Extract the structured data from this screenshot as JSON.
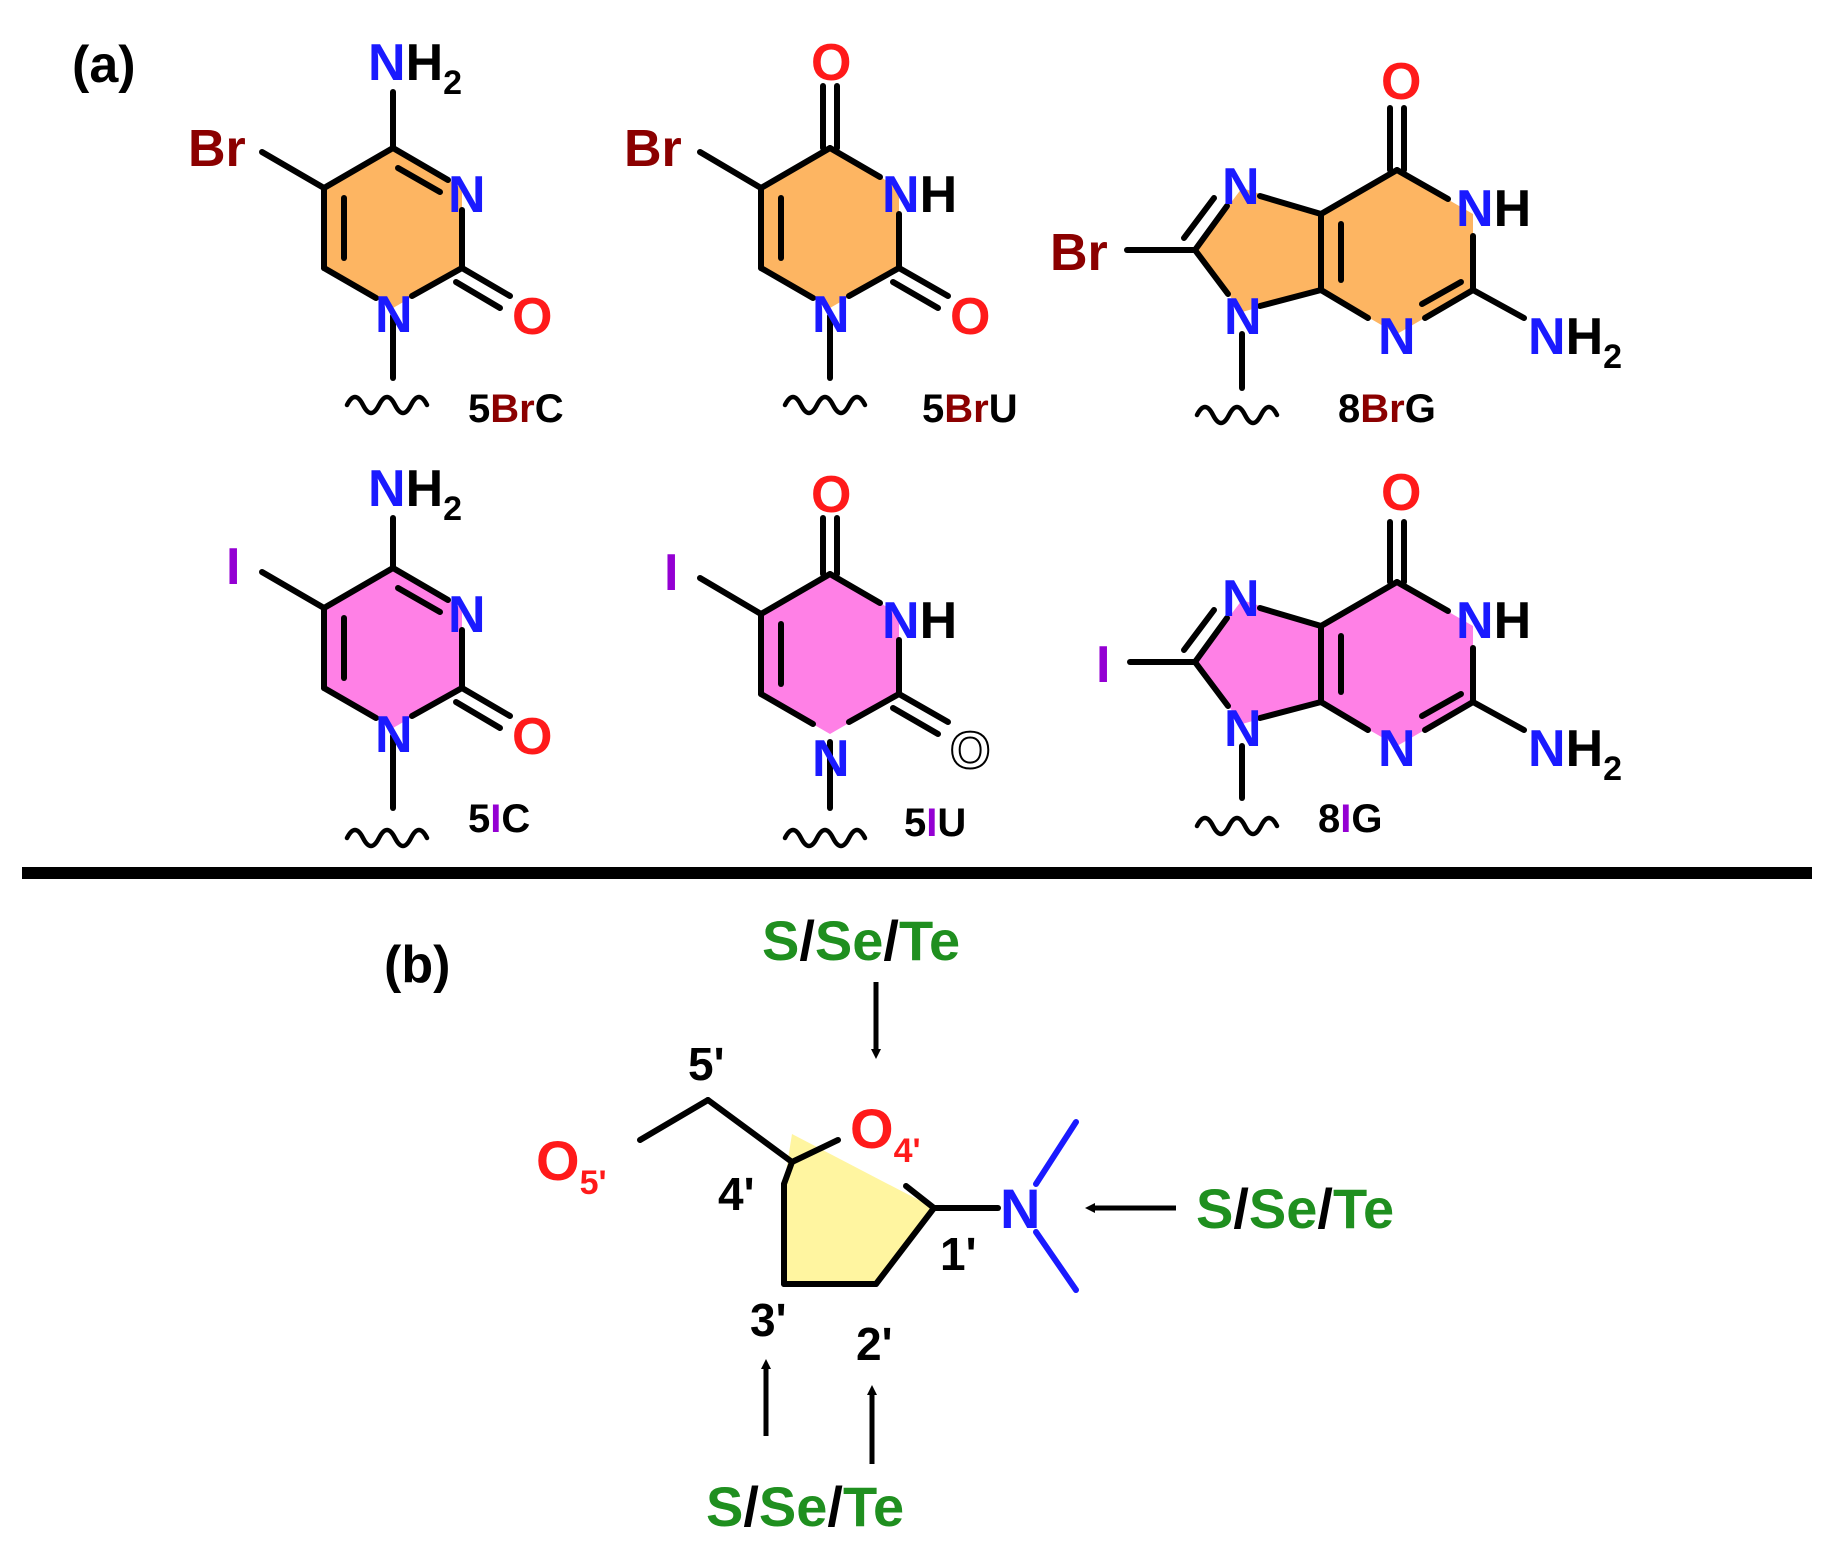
{
  "colors": {
    "nitrogen": "#1a1aff",
    "oxygen": "#ff1a1a",
    "bromine": "#8b0000",
    "iodine": "#9400d3",
    "chalcogen": "#1f8f1f",
    "bromo_ring_fill": "#fdb562",
    "iodo_ring_fill": "#ff80e6",
    "sugar_ring_fill": "#fff5a0",
    "black": "#000000"
  },
  "panel_a": {
    "label": "(a)",
    "atoms": {
      "n": "N",
      "nh": "N",
      "h": "H",
      "nh2_n": "N",
      "nh2_h": "H",
      "nh2_2": "2",
      "o": "O",
      "br": "Br",
      "i": "I"
    },
    "compounds": [
      {
        "name_prefix": "5",
        "name_halogen": "Br",
        "name_suffix": "C"
      },
      {
        "name_prefix": "5",
        "name_halogen": "Br",
        "name_suffix": "U"
      },
      {
        "name_prefix": "8",
        "name_halogen": "Br",
        "name_suffix": "G"
      },
      {
        "name_prefix": "5",
        "name_halogen": "I",
        "name_suffix": "C"
      },
      {
        "name_prefix": "5",
        "name_halogen": "I",
        "name_suffix": "U"
      },
      {
        "name_prefix": "8",
        "name_halogen": "I",
        "name_suffix": "G"
      }
    ]
  },
  "panel_b": {
    "label": "(b)",
    "substituent": "S/Se/Te",
    "substituent_parts": [
      "S",
      "/",
      "Se",
      "/",
      "Te"
    ],
    "ring_oxygen": "O",
    "ring_oxygen_sub": "4'",
    "o5": "O",
    "o5_sub": "5'",
    "nitrogen": "N",
    "positions": [
      "5'",
      "4'",
      "3'",
      "2'",
      "1'"
    ]
  }
}
